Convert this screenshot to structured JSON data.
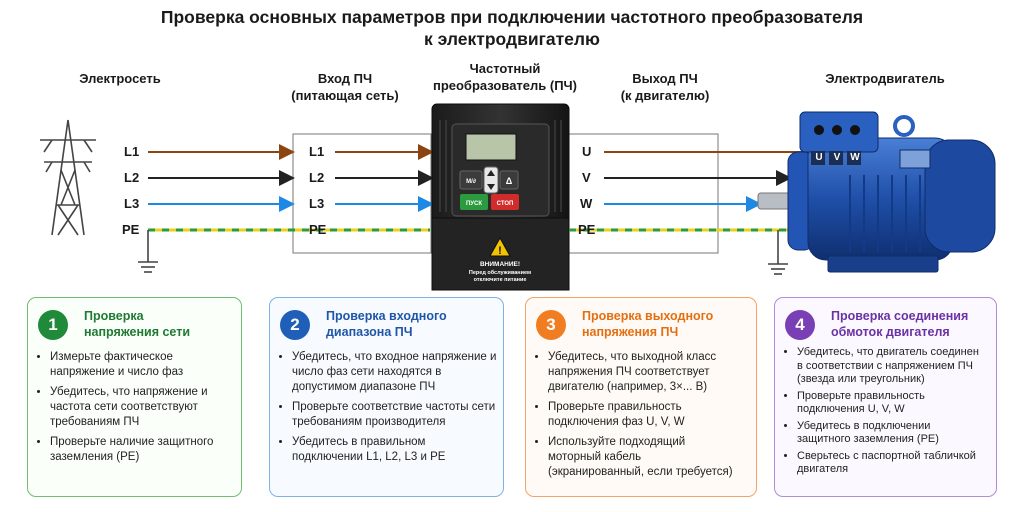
{
  "title": {
    "line1": "Проверка основных параметров при подключении частотного преобразователя",
    "line2": "к электродвигателю"
  },
  "headers": {
    "grid": "Электросеть",
    "input": {
      "line1": "Вход ПЧ",
      "line2": "(питающая сеть)"
    },
    "vfd": {
      "line1": "Частотный",
      "line2": "преобразователь (ПЧ)"
    },
    "output": {
      "line1": "Выход ПЧ",
      "line2": "(к двигателю)"
    },
    "motor": "Электродвигатель"
  },
  "wires": {
    "grid_side": [
      "L1",
      "L2",
      "L3",
      "PE"
    ],
    "input_side": [
      "L1",
      "L2",
      "L3",
      "PE"
    ],
    "output_side": [
      "U",
      "V",
      "W",
      "PE"
    ],
    "terminals": [
      "U",
      "V",
      "W"
    ],
    "colors": {
      "l1": "#8b4513",
      "l2": "#222222",
      "l3": "#1e88e5",
      "pe_yellow": "#e8d21f",
      "pe_green": "#2e9a3a"
    }
  },
  "vfd": {
    "keys": {
      "mode": "M/∂",
      "enter": "Δ",
      "run": "ПУСК",
      "stop": "СТОП"
    },
    "warning": {
      "line1": "ВНИМАНИЕ!",
      "line2": "Перед обслуживанием",
      "line3": "отключите питание"
    }
  },
  "cards": [
    {
      "num": "1",
      "title": {
        "line1": "Проверка",
        "line2": "напряжения сети"
      },
      "items": [
        "Измерьте фактическое напряжение и число фаз",
        "Убедитесь, что напряжение и частота сети соответствуют требованиям ПЧ",
        "Проверьте наличие защитного заземления (PE)"
      ]
    },
    {
      "num": "2",
      "title": {
        "line1": "Проверка входного",
        "line2": "диапазона ПЧ"
      },
      "items": [
        "Убедитесь, что входное напряжение и число фаз сети находятся в допустимом диапазоне ПЧ",
        "Проверьте соответствие частоты сети требованиям производителя",
        "Убедитесь в правильном подключении L1, L2, L3 и PE"
      ]
    },
    {
      "num": "3",
      "title": {
        "line1": "Проверка выходного",
        "line2": "напряжения ПЧ"
      },
      "items": [
        "Убедитесь, что выходной класс напряжения ПЧ соответствует двигателю (например, 3×... В)",
        "Проверьте правильность подключения фаз U, V, W",
        "Используйте подходящий моторный кабель (экранированный, если требуется)"
      ]
    },
    {
      "num": "4",
      "title": {
        "line1": "Проверка соединения",
        "line2": "обмоток двигателя"
      },
      "items": [
        "Убедитесь, что двигатель соединен в соответствии с напряжением ПЧ (звезда или треугольник)",
        "Проверьте правильность подключения U, V, W",
        "Убедитесь в подключении защитного заземления (PE)",
        "Сверьтесь с паспортной табличкой двигателя"
      ]
    }
  ]
}
